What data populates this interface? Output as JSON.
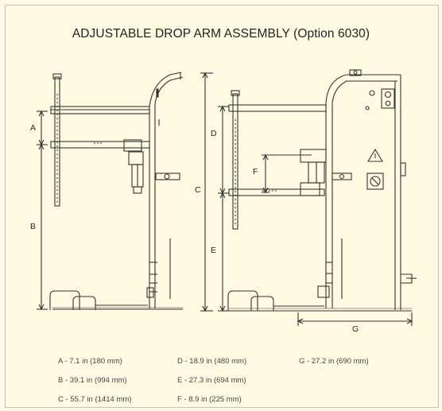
{
  "title": "ADJUSTABLE DROP ARM ASSEMBLY (Option 6030)",
  "dimension_labels": {
    "a": "A",
    "b": "B",
    "c": "C",
    "d": "D",
    "e": "E",
    "f": "F",
    "g": "G"
  },
  "legend": [
    "A - 7.1 in (180 mm)",
    "B - 39.1 in (994 mm)",
    "C - 55.7 in (1414 mm)",
    "D - 18.9 in (480 mm)",
    "E - 27.3 in (694 mm)",
    "F - 8.9 in (225 mm)",
    "G - 27.2 in (690 mm)"
  ],
  "colors": {
    "background": "#fffbe6",
    "line": "#333333"
  }
}
